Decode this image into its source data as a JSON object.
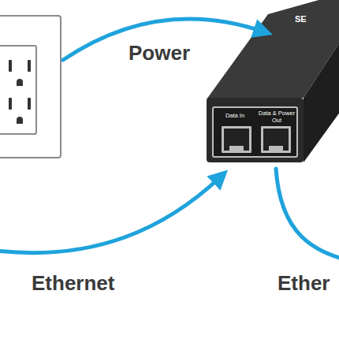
{
  "diagram": {
    "nodes": [
      {
        "text": [
          "SE"
        ]
      },
      {
        "text": [
          "Data In"
        ],
        "in": 0
      },
      {
        "text": [
          "Data & Power Out"
        ],
        "in": 0
      }
    ],
    "labels": [
      "Power",
      "Ethernet",
      "Ether"
    ]
  }
}
